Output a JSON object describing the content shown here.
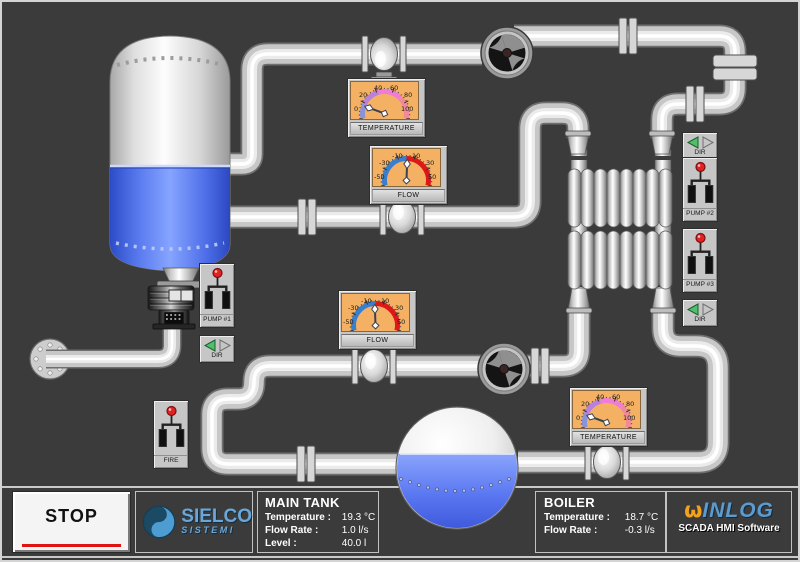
{
  "gauges": [
    {
      "id": "main-tank-temperature",
      "label": "TEMPERATURE",
      "ticks": [
        "0",
        "20",
        "40",
        "60",
        "80",
        "100"
      ]
    },
    {
      "id": "main-tank-flow",
      "label": "FLOW",
      "ticks": [
        "-50",
        "-30",
        "-10",
        "10",
        "30",
        "50"
      ]
    },
    {
      "id": "boiler-flow",
      "label": "FLOW",
      "ticks": [
        "-50",
        "-30",
        "-10",
        "10",
        "30",
        "50"
      ]
    },
    {
      "id": "boiler-temperature",
      "label": "TEMPERATURE",
      "ticks": [
        "0",
        "20",
        "40",
        "60",
        "80",
        "100"
      ]
    }
  ],
  "switches": [
    {
      "label": "PUMP #1"
    },
    {
      "label": "PUMP #2"
    },
    {
      "label": "PUMP #3"
    },
    {
      "label": "FIRE"
    }
  ],
  "dir_controls": [
    {
      "label": "DIR"
    },
    {
      "label": "DIR"
    },
    {
      "label": "DIR"
    }
  ],
  "status_bar": {
    "stop_button_label": "STOP",
    "sielco_logo": {
      "line1": "SIELCO",
      "line2": "SISTEMI"
    },
    "main_tank_panel": {
      "title": "MAIN TANK",
      "rows": [
        {
          "label": "Temperature :",
          "value": "19.3 °C"
        },
        {
          "label": "Flow Rate :",
          "value": "1.0 l/s"
        },
        {
          "label": "Level :",
          "value": "40.0 l"
        }
      ]
    },
    "boiler_panel": {
      "title": "BOILER",
      "rows": [
        {
          "label": "Temperature :",
          "value": "18.7 °C"
        },
        {
          "label": "Flow Rate :",
          "value": "-0.3 l/s"
        }
      ]
    },
    "winlog_logo": {
      "omega": "ω",
      "name": "INLOG",
      "subtitle": "SCADA HMI Software"
    }
  },
  "colors": {
    "background": "#3b3b3b",
    "gauge_face": "#f4b164",
    "liquid": "#5b7cf0",
    "stop_accent": "#e01212",
    "led": "#e22222",
    "dir_active": "#4ec06a",
    "sielco_blue": "#6aa6d8",
    "winlog_blue": "#5b9bd0",
    "winlog_orange": "#f2a21c"
  }
}
